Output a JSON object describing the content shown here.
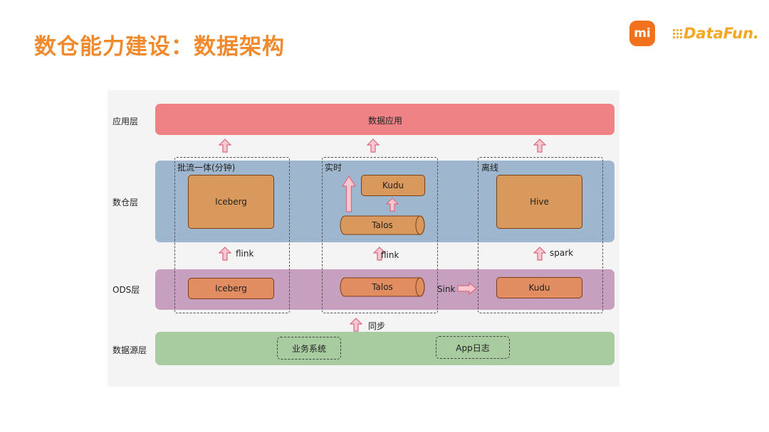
{
  "title": "数仓能力建设：数据架构",
  "logos": {
    "mi": "mi",
    "datafun": "DataFun."
  },
  "colors": {
    "app": "#EE8285",
    "dw": "#9FB6CF",
    "ods": "#C8A0BF",
    "source": "#A8CB9F",
    "box": "#D9995C",
    "box_ods": "#E28C62",
    "title": "#F08A2C",
    "arrow_fill": "#F7C6CF",
    "arrow_stroke": "#D66A80"
  },
  "layers": {
    "app": "应用层",
    "dw": "数仓层",
    "ods": "ODS层",
    "source": "数据源层"
  },
  "app_band": "数据应用",
  "groups": {
    "batch": "批流一体(分钟)",
    "realtime": "实时",
    "offline": "离线"
  },
  "boxes": {
    "iceberg_dw": "Iceberg",
    "kudu_rt": "Kudu",
    "talos_rt": "Talos",
    "hive": "Hive",
    "iceberg_ods": "Iceberg",
    "talos_ods": "Talos",
    "kudu_ods": "Kudu"
  },
  "arrows": {
    "flink1": "flink",
    "flink2": "flink",
    "spark": "spark",
    "sink": "Sink",
    "sync": "同步"
  },
  "sources": {
    "biz": "业务系统",
    "app_log": "App日志"
  }
}
